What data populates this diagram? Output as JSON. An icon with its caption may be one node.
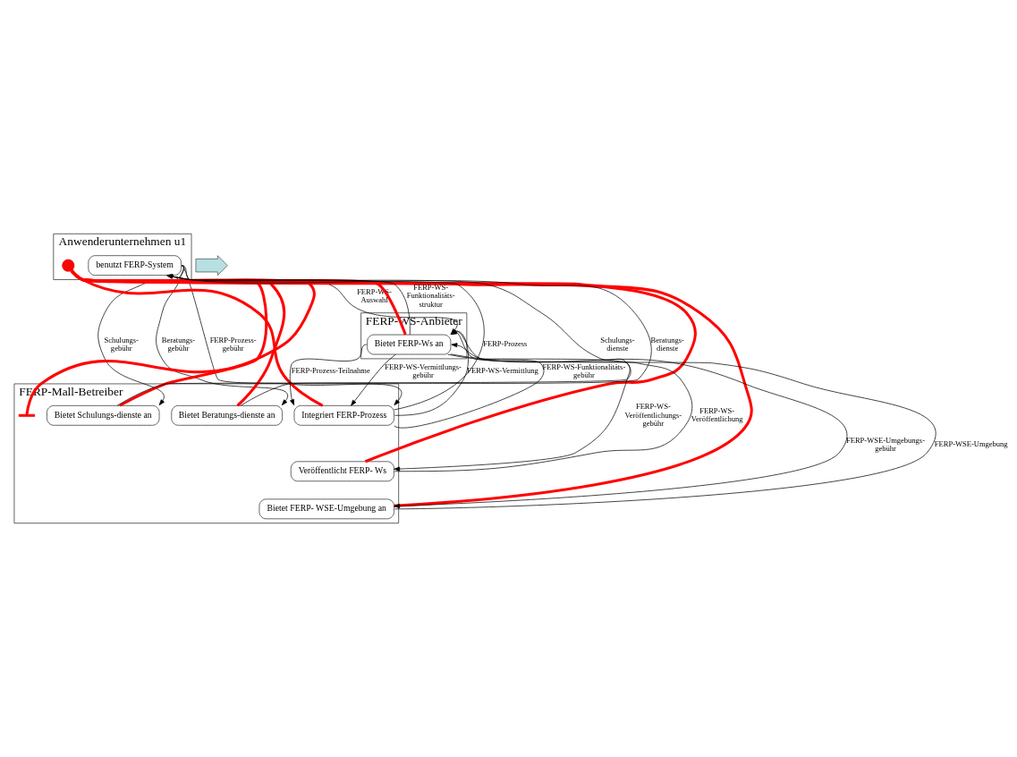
{
  "diagram": {
    "nodes": [
      {
        "text": [
          "Anwenderunternehmen u1"
        ]
      },
      {
        "text": [
          "benutzt FERP-System"
        ],
        "in": 0
      },
      {
        "text": [],
        "shape": "circle",
        "in": 0
      },
      {
        "text": [
          "FERP-WS-Anbieter"
        ]
      },
      {
        "text": [
          "Bietet FERP-Ws an"
        ],
        "in": 3
      },
      {
        "text": [
          "FERP-Mall-Betreiber"
        ]
      },
      {
        "text": [
          "Integriert FERP-Prozess"
        ],
        "in": 5
      },
      {
        "text": [
          "Bietet Schulungs-dienste an"
        ],
        "in": 5
      },
      {
        "text": [
          "Bietet Beratungs-dienste an"
        ],
        "in": 5
      },
      {
        "text": [
          "Veröffentlicht FERP- Ws"
        ],
        "in": 5
      },
      {
        "text": [
          "Bietet FERP- WSE-Umgebung an"
        ],
        "in": 5
      },
      {
        "text": [],
        "shape": "bar",
        "in": 5
      },
      {
        "text": [],
        "shape": "arrow"
      }
    ],
    "edges": [
      {
        "from": 4,
        "to": 1,
        "arrow": "to",
        "label": "FERP-WS- Funktionalitäts- struktur"
      },
      {
        "from": 1,
        "to": 4,
        "arrow": "to",
        "label": "FERP-WS- Auswahl"
      },
      {
        "from": 6,
        "to": 1,
        "arrow": "to",
        "label": "FERP-Prozess"
      },
      {
        "from": 1,
        "to": 6,
        "arrow": "to",
        "label": "FERP-Prozess- gebühr"
      },
      {
        "from": 7,
        "to": 1,
        "arrow": "to",
        "label": "Schulungs- dienste"
      },
      {
        "from": 1,
        "to": 7,
        "arrow": "to",
        "label": "Schulungs- gebühr"
      },
      {
        "from": 8,
        "to": 1,
        "arrow": "to",
        "label": "Beratungs- dienste"
      },
      {
        "from": 1,
        "to": 8,
        "arrow": "to",
        "label": "Beratungs- gebühr"
      },
      {
        "from": 4,
        "to": 6,
        "arrow": "to",
        "label": "FERP-WS-Vermittlungs- gebühr"
      },
      {
        "from": 6,
        "to": 4,
        "arrow": "to",
        "label": "FERP-WS-Vermittlung"
      },
      {
        "from": 4,
        "to": 6,
        "arrow": "to",
        "label": "FERP-Prozess-Teilnahme"
      },
      {
        "from": 6,
        "to": 4,
        "arrow": "to",
        "label": "FERP-WS-Funktionalitäts- gebühr"
      },
      {
        "from": 4,
        "to": 9,
        "arrow": "to",
        "label": "FERP-WS- Veröffentlichungs- gebühr"
      },
      {
        "from": 9,
        "to": 4,
        "arrow": "to",
        "label": "FERP-WS- Veröffentlichung"
      },
      {
        "from": 4,
        "to": 10,
        "arrow": "to",
        "label": "FERP-WSE-Umgebungs- gebühr"
      },
      {
        "from": 10,
        "to": 4,
        "arrow": "to",
        "label": "FERP-WSE-Umgebung"
      },
      {
        "from": 2,
        "to": 4,
        "arrow": "none",
        "style": "thick",
        "color": "#ff0000"
      },
      {
        "from": 2,
        "to": 6,
        "arrow": "none",
        "style": "thick",
        "color": "#ff0000"
      },
      {
        "from": 2,
        "to": 7,
        "arrow": "none",
        "style": "thick",
        "color": "#ff0000"
      },
      {
        "from": 2,
        "to": 8,
        "arrow": "none",
        "style": "thick",
        "color": "#ff0000"
      },
      {
        "from": 2,
        "to": 9,
        "arrow": "none",
        "style": "thick",
        "color": "#ff0000"
      },
      {
        "from": 2,
        "to": 10,
        "arrow": "none",
        "style": "thick",
        "color": "#ff0000"
      },
      {
        "from": 2,
        "to": 11,
        "arrow": "none",
        "style": "thick",
        "color": "#ff0000"
      }
    ]
  }
}
